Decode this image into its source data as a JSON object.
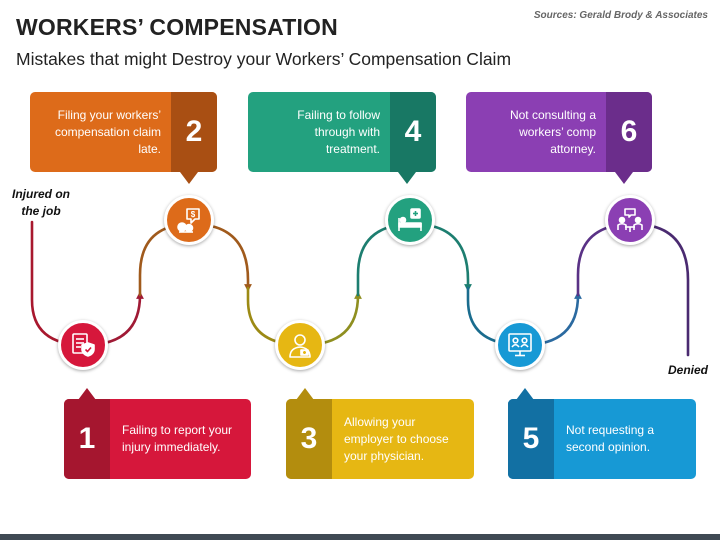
{
  "header": {
    "title": "WORKERS’ COMPENSATION",
    "subtitle": "Mistakes that might Destroy your Workers’ Compensation Claim",
    "source": "Sources: Gerald Brody & Associates"
  },
  "labels": {
    "start": "Injured on the job",
    "end": "Denied"
  },
  "steps": [
    {
      "number": "1",
      "text": "Failing to report your injury immediately.",
      "color": "#d6173b",
      "dark": "#a5162f",
      "icon": "document-shield-icon"
    },
    {
      "number": "2",
      "text": "Filing your workers’ compensation claim late.",
      "color": "#dd6b1a",
      "dark": "#a94f13",
      "icon": "money-bags-icon"
    },
    {
      "number": "3",
      "text": "Allowing your employer to choose your physician.",
      "color": "#e6b713",
      "dark": "#b38d0e",
      "icon": "doctor-icon"
    },
    {
      "number": "4",
      "text": "Failing to follow through with treatment.",
      "color": "#23a17f",
      "dark": "#187864",
      "icon": "patient-bed-icon"
    },
    {
      "number": "5",
      "text": "Not requesting a second opinion.",
      "color": "#1799d5",
      "dark": "#1270a3",
      "icon": "doctors-comparison-icon"
    },
    {
      "number": "6",
      "text": "Not consulting a workers’ comp attorney.",
      "color": "#8b3fb3",
      "dark": "#6b2d8b",
      "icon": "attorney-meeting-icon"
    }
  ]
}
